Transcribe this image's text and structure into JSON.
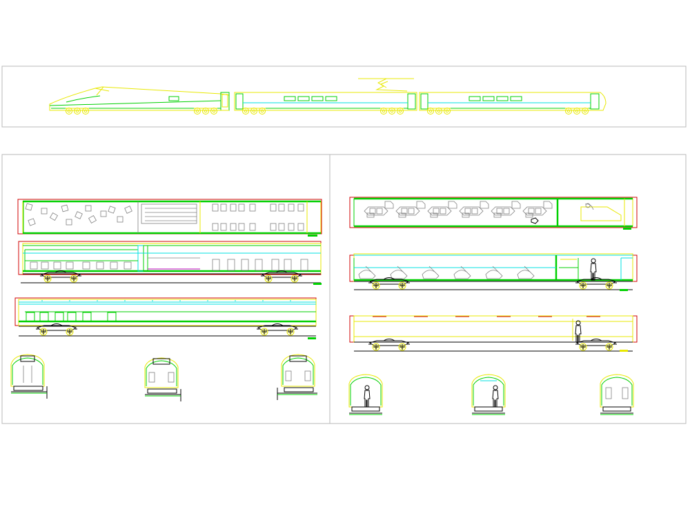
{
  "colors": {
    "background": "#ffffff",
    "frame": "#b8b8b8",
    "body_outline": "#e8e800",
    "main_line": "#00d000",
    "glazing": "#00e0e0",
    "end_wall": "#d00000",
    "rail": "#000000",
    "partition": "#c000c0"
  },
  "icons": [
    "bogie-icon",
    "seat-icon",
    "table-icon",
    "human-figure-icon",
    "pantograph-icon",
    "cab-nose-icon"
  ],
  "panels": {
    "top": {
      "name": "train-elevation",
      "cars": 3
    },
    "left": {
      "name": "car-a-drawings",
      "views": [
        "plan",
        "interior-elevation",
        "exterior-elevation",
        "cross-sections"
      ]
    },
    "right": {
      "name": "car-b-drawings",
      "views": [
        "plan",
        "interior-elevation",
        "exterior-elevation",
        "cross-sections"
      ]
    }
  }
}
